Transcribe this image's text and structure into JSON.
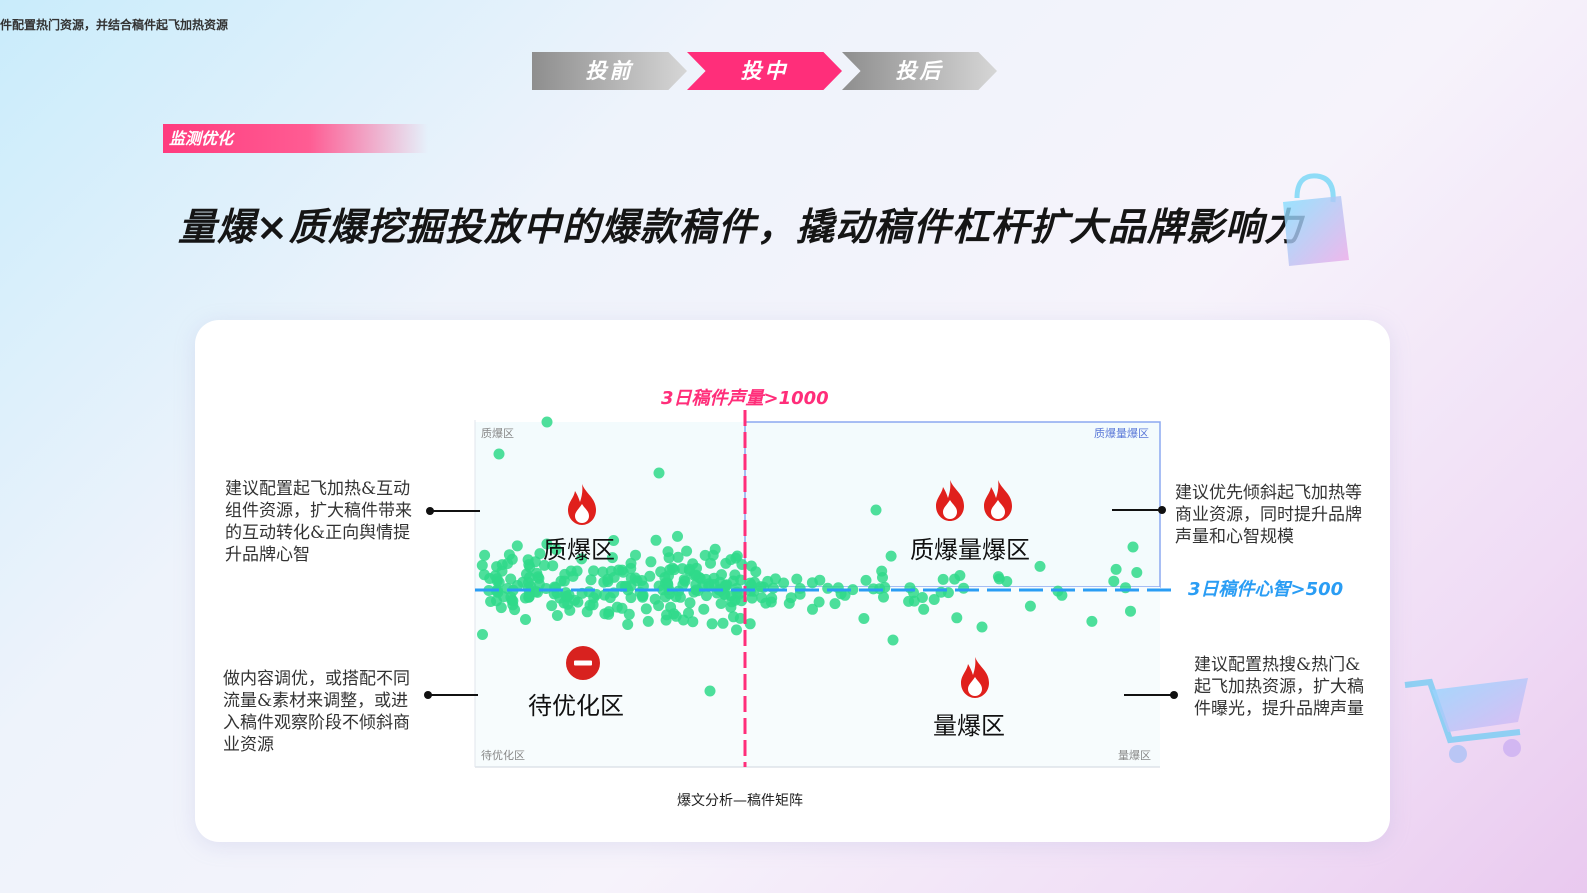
{
  "top_note": "件配置热门资源，并结合稿件起飞加热资源",
  "steps": [
    "投前",
    "投中",
    "投后"
  ],
  "section_tag": "监测优化",
  "headline": "量爆×质爆挖掘投放中的爆款稿件，撬动稿件杠杆扩大品牌影响力",
  "thresholds": {
    "x_label": "3日稿件声量>1000",
    "y_label": "3日稿件心智>500"
  },
  "zones": {
    "top_left": "质爆区",
    "top_right": "质爆量爆区",
    "bottom_left": "待优化区",
    "bottom_right": "量爆区"
  },
  "corner_labels": {
    "top_left": "质爆区",
    "top_right": "质爆量爆区",
    "bottom_left": "待优化区",
    "bottom_right": "量爆区"
  },
  "annotations": {
    "top_left": "建议配置起飞加热&互动组件资源，扩大稿件带来的互动转化&正向舆情提升品牌心智",
    "top_right": "建议优先倾斜起飞加热等商业资源，同时提升品牌声量和心智规模",
    "bottom_left": "做内容调优，或搭配不同流量&素材来调整，或进入稿件观察阶段不倾斜商业资源",
    "bottom_right": "建议配置热搜&热门&起飞加热资源，扩大稿件曝光，提升品牌声量"
  },
  "caption": "爆文分析—稿件矩阵",
  "colors": {
    "accent_pink": "#ff2e7a",
    "threshold_blue": "#2a9df4",
    "dot_green": "#2fd98a",
    "fire_red": "#e0201c"
  },
  "icons": [
    "fire-icon",
    "minus-circle-icon",
    "shopping-bag-icon",
    "shopping-cart-icon"
  ]
}
